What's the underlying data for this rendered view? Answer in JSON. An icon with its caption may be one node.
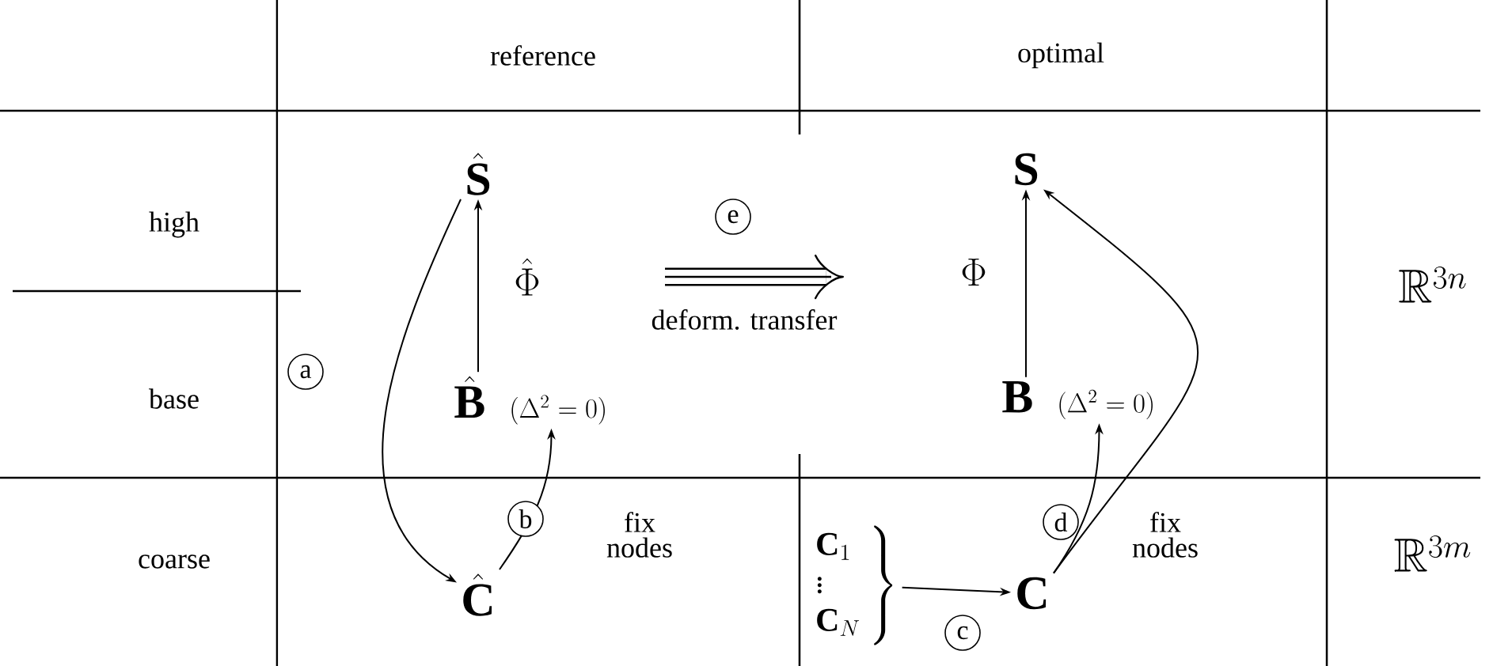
{
  "diagram": {
    "nodes": [
      {
        "text": [
          "\\hat{\\mathbf{S}}"
        ]
      },
      {
        "text": [
          "\\hat{\\mathbf{B}}"
        ],
        "beside": [
          "(\\Delta^2 = 0)"
        ]
      },
      {
        "text": [
          "\\hat{\\mathbf{C}}"
        ]
      },
      {
        "text": [
          "\\mathbf{S}"
        ]
      },
      {
        "text": [
          "\\mathbf{B}"
        ],
        "beside": [
          "(\\Delta^2 = 0)"
        ]
      },
      {
        "text": [
          "\\mathbf{C}"
        ]
      },
      {
        "text": [
          "\\left.\\begin{array}{l}\\mathbf{C}_1\\\\ \\vdots\\\\ \\mathbf{C}_N\\end{array}\\right\\}"
        ]
      }
    ],
    "edges": [
      {
        "from": 1,
        "to": 0,
        "arrow": "to",
        "label": "\\hat{\\Phi}"
      },
      {
        "from": 4,
        "to": 3,
        "arrow": "to",
        "label": "\\Phi"
      },
      {
        "from": 0,
        "to": 2,
        "arrow": "to",
        "label": "a"
      },
      {
        "from": 2,
        "to": 1,
        "arrow": "to",
        "label": "b"
      },
      {
        "from": 6,
        "to": 5,
        "arrow": "to",
        "label": "c"
      },
      {
        "from": 5,
        "to": 4,
        "arrow": "to",
        "label": "d"
      },
      {
        "from": 5,
        "to": 3,
        "arrow": "to"
      }
    ],
    "labels": [
      "reference",
      "optimal",
      "high",
      "e",
      "deform. transfer",
      "\\mathbb{R}^{3n}",
      "base",
      "coarse",
      "fix nodes",
      "fix nodes",
      "\\mathbb{R}^{3m}"
    ]
  }
}
